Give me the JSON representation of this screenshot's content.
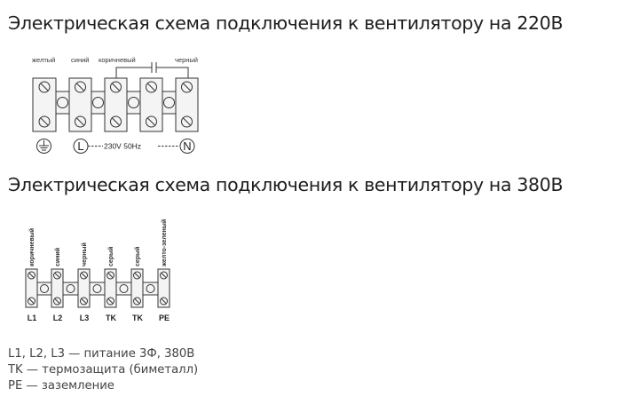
{
  "section_220": {
    "title": "Электрическая схема подключения к вентилятору на 220В",
    "wire_labels": [
      "желтый",
      "синий",
      "коричневый",
      "черный"
    ],
    "terminals": [
      {
        "symbol": "earth",
        "label": ""
      },
      {
        "symbol": "L",
        "label": "L"
      },
      {
        "symbol": "none",
        "label": ""
      },
      {
        "symbol": "none",
        "label": ""
      },
      {
        "symbol": "N",
        "label": "N"
      }
    ],
    "supply_label": "230V 50Hz",
    "capacitor": {
      "between": [
        "коричневый",
        "черный"
      ]
    }
  },
  "section_380": {
    "title": "Электрическая схема подключения к вентилятору на 380В",
    "wire_labels": [
      "коричневый",
      "синий",
      "черный",
      "серый",
      "серый",
      "желто-зеленый"
    ],
    "terminal_labels": [
      "L1",
      "L2",
      "L3",
      "TK",
      "TK",
      "PE"
    ]
  },
  "legend": [
    "L1, L2, L3 — питание 3Ф, 380В",
    "TK — термозащита (биметалл)",
    "PE — заземление"
  ],
  "colors": {
    "line": "#333333",
    "terminal_fill": "#f4f4f4",
    "text": "#1e1e1e"
  }
}
